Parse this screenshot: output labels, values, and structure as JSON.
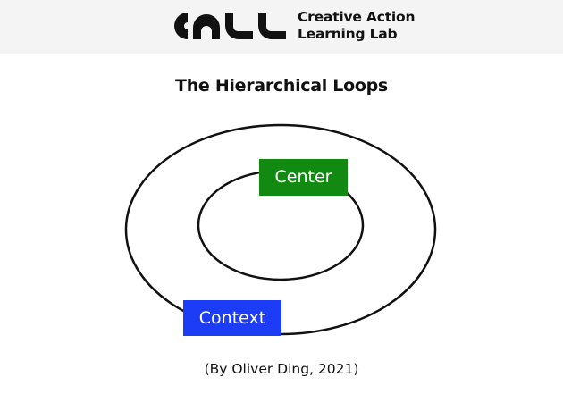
{
  "header": {
    "logo_name": "calll-logo",
    "logo_lettering": "CALL",
    "org_line1": "Creative Action",
    "org_line2": "Learning Lab"
  },
  "diagram": {
    "title": "The Hierarchical Loops",
    "nodes": [
      {
        "id": "center",
        "label": "Center",
        "color": "#128a12"
      },
      {
        "id": "context",
        "label": "Context",
        "color": "#1c3cf5"
      }
    ],
    "relation": "Center loop nested inside Context loop"
  },
  "footer": {
    "credit": "(By Oliver Ding, 2021)"
  },
  "colors": {
    "header_band": "#f4f4f4",
    "ink": "#111111",
    "loop_stroke": "#111111"
  }
}
